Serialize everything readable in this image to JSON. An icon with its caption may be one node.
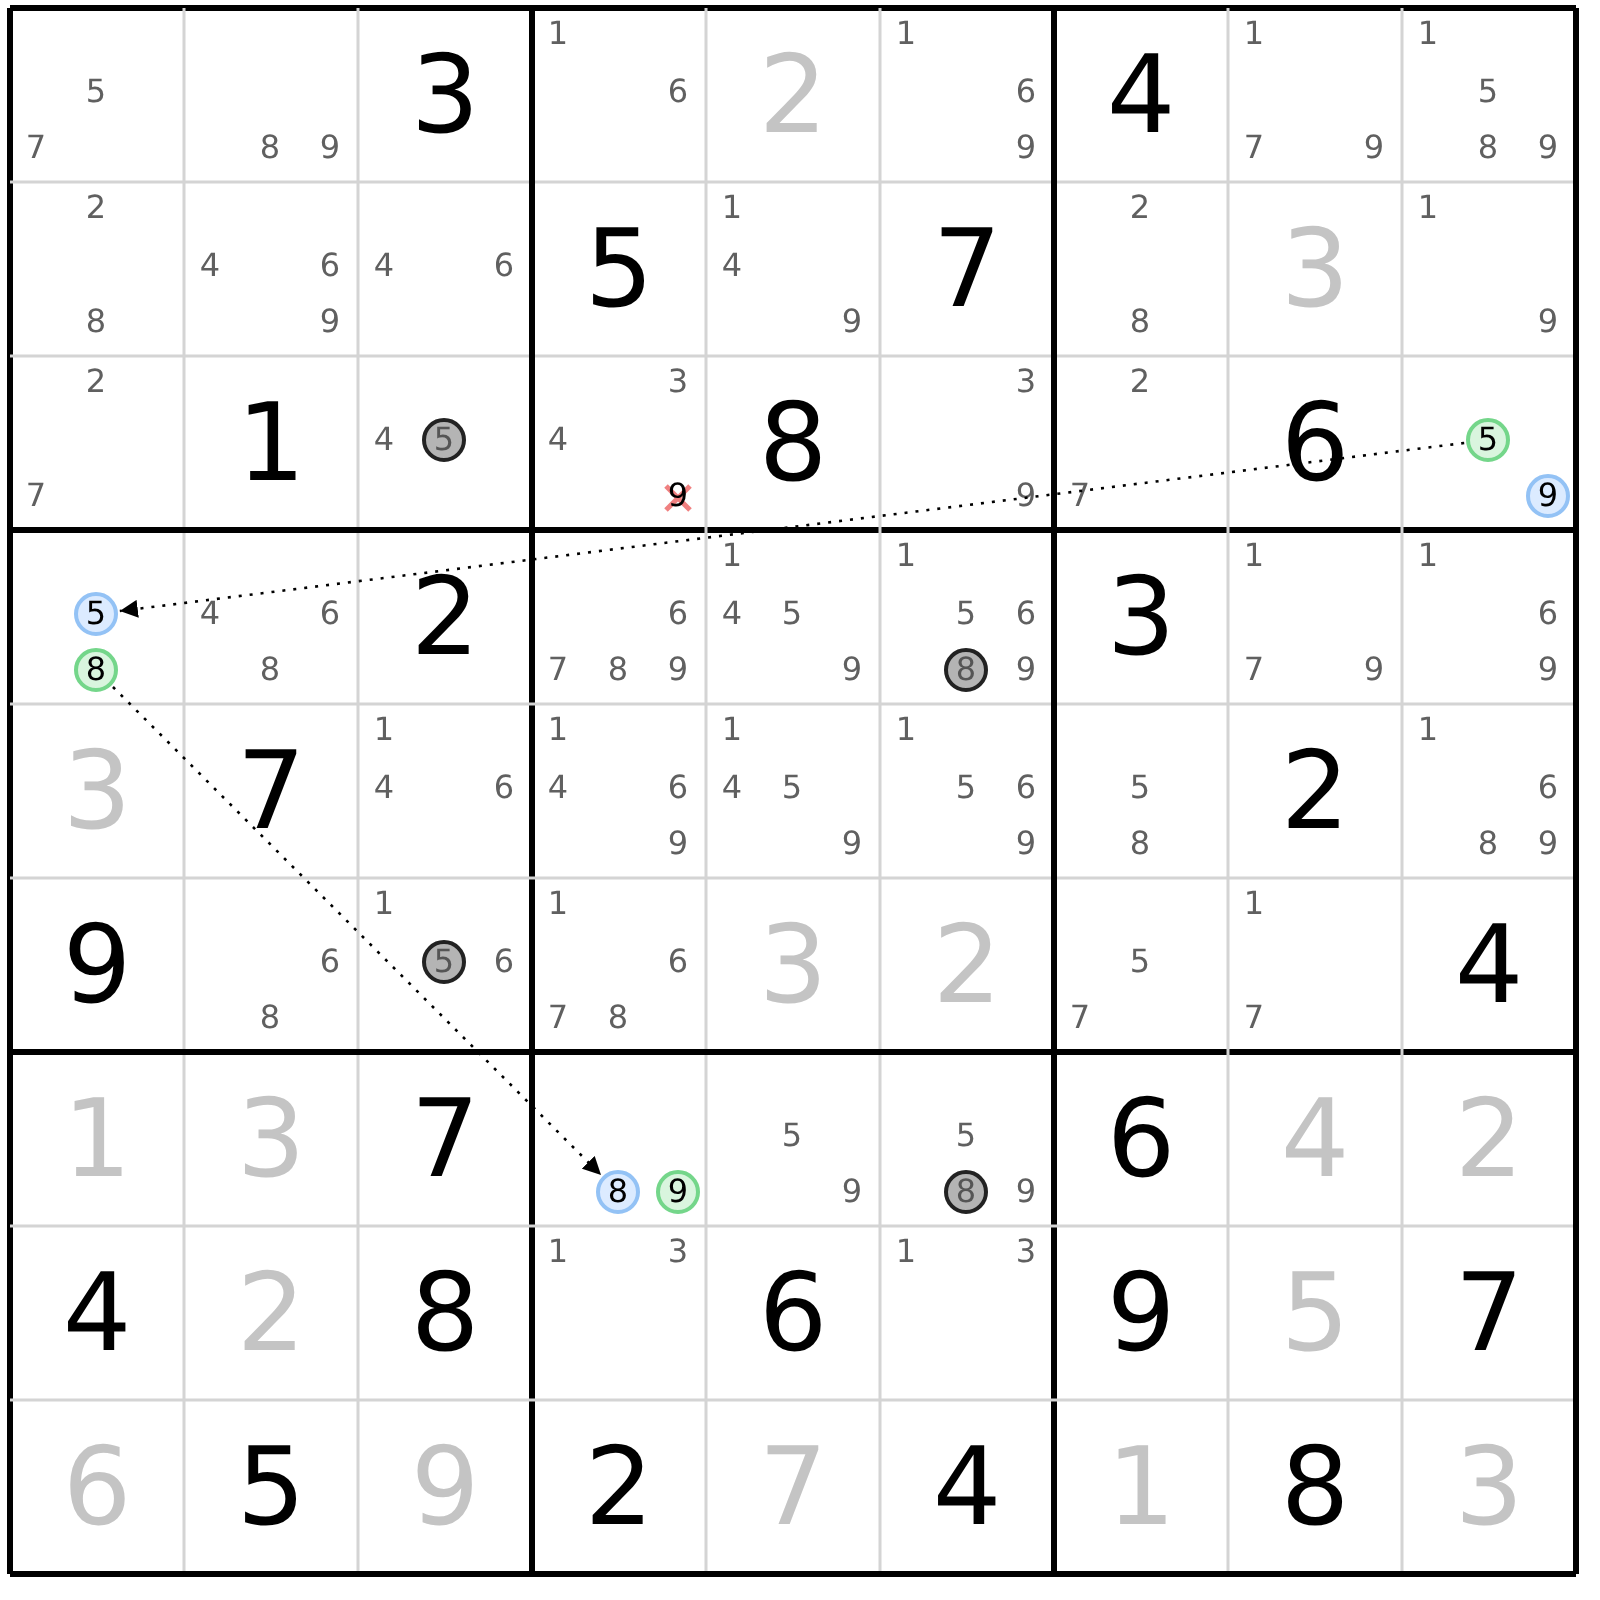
{
  "diagram": {
    "nodes": [
      {
        "text": [
          "5"
        ]
      },
      {
        "text": [
          "5"
        ]
      },
      {
        "text": [
          "9"
        ]
      },
      {
        "text": [
          "5"
        ]
      },
      {
        "text": [
          "8"
        ]
      },
      {
        "text": [
          "8"
        ]
      },
      {
        "text": [
          "5"
        ]
      },
      {
        "text": [
          "8"
        ]
      },
      {
        "text": [
          "9"
        ]
      },
      {
        "text": [
          "8"
        ]
      }
    ],
    "edges": [
      {
        "from": 1,
        "to": 3,
        "arrow": "to"
      },
      {
        "from": 4,
        "to": 7,
        "arrow": "to"
      }
    ],
    "labels": [
      "5",
      "7",
      "8",
      "9",
      "3",
      "1",
      "6",
      "2",
      "1",
      "6",
      "9",
      "4",
      "1",
      "7",
      "9",
      "1",
      "5",
      "8",
      "9",
      "2",
      "8",
      "4",
      "6",
      "9",
      "4",
      "6",
      "5",
      "1",
      "4",
      "9",
      "7",
      "2",
      "8",
      "3",
      "1",
      "9",
      "2",
      "7",
      "1",
      "4",
      "3",
      "4",
      "9",
      "8",
      "3",
      "9",
      "2",
      "7",
      "6",
      "4",
      "6",
      "8",
      "2",
      "6",
      "7",
      "8",
      "9",
      "1",
      "4",
      "5",
      "9",
      "1",
      "5",
      "6",
      "9",
      "3",
      "1",
      "7",
      "9",
      "1",
      "6",
      "9",
      "3",
      "7",
      "1",
      "4",
      "6",
      "1",
      "4",
      "6",
      "9",
      "1",
      "4",
      "5",
      "9",
      "1",
      "5",
      "6",
      "9",
      "5",
      "8",
      "2",
      "1",
      "6",
      "8",
      "9",
      "9",
      "6",
      "8",
      "1",
      "6",
      "1",
      "6",
      "7",
      "8",
      "3",
      "2",
      "5",
      "7",
      "1",
      "7",
      "4",
      "1",
      "3",
      "7",
      "5",
      "9",
      "5",
      "9",
      "6",
      "4",
      "2",
      "4",
      "2",
      "8",
      "1",
      "3",
      "6",
      "1",
      "3",
      "9",
      "5",
      "7",
      "6",
      "5",
      "9",
      "2",
      "7",
      "4",
      "1",
      "8",
      "3"
    ]
  }
}
